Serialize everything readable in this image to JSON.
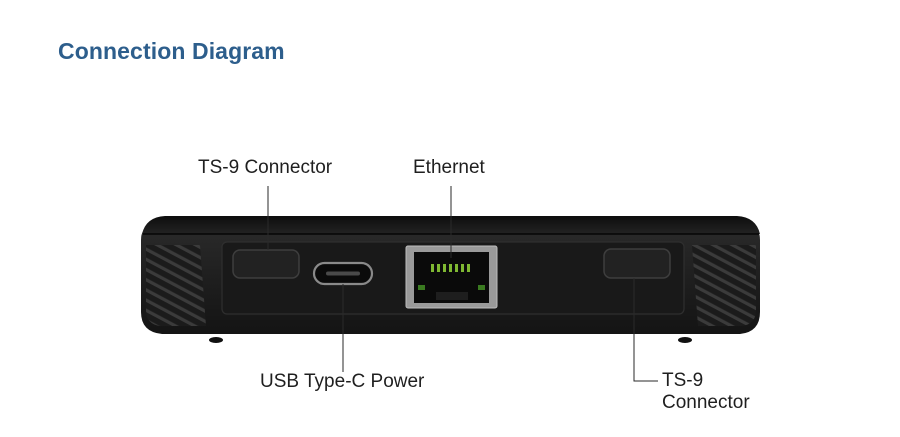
{
  "title": "Connection Diagram",
  "labels": {
    "ts9_top": "TS-9 Connector",
    "ethernet": "Ethernet",
    "usbc": "USB Type-C Power",
    "ts9_right_line1": "TS-9",
    "ts9_right_line2": "Connector"
  },
  "colors": {
    "title": "#2d5e8c",
    "device_body": "#1c1c1c",
    "device_top": "#111111",
    "port_led": "#7fb832"
  }
}
